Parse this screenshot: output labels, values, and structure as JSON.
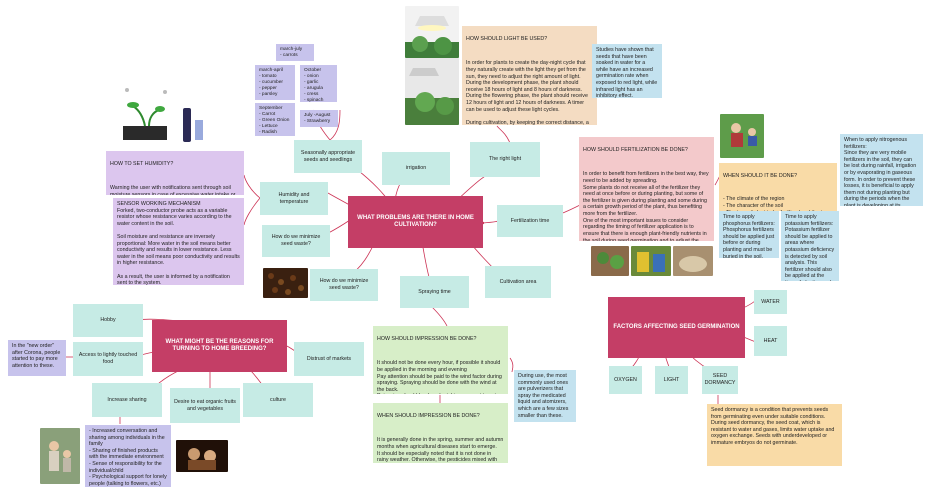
{
  "center": {
    "title": "WHAT PROBLEMS ARE THERE IN HOME CULTIVATION?"
  },
  "left_center": {
    "title": "WHAT MIGHT BE THE REASONS FOR TURNING TO HOME BREEDING?"
  },
  "right_center": {
    "title": "FACTORS AFFECTING SEED GERMINATION"
  },
  "nodes": {
    "irrigation": "irrigation",
    "right_light": "The right light",
    "fertilization_time": "Fertilization time",
    "cultivation_area": "Cultivation area",
    "spraying_time": "Spraying time",
    "minimize_waste_low": "How do we minimize seed waste?",
    "minimize_waste_mid": "How do we minimize seed waste?",
    "humidity_temp": "Humidity and temperature",
    "seasonal_seeds": "Seasonally appropriate seeds and seedlings",
    "hobby": "Hobby",
    "access_food": "Access to lightly touched food",
    "distrust": "Distrust of markets",
    "increase_sharing": "Increase sharing",
    "desire_fruits": "Desire to eat organic fruits and vegetables",
    "culture": "culture",
    "water": "WATER",
    "heat": "HEAT",
    "oxygen": "OXYGEN",
    "light": "LIGHT",
    "seed_dormancy": "SEED DORMANCY"
  },
  "seasons": {
    "march_july": "march-july\n- carrots",
    "march_april": "march-april\n- tomato\n- cucumber\n- pepper\n- parsley",
    "october": "October\n- onion\n- garlic\n- arugula\n- cress\n- spinach",
    "september": "September\n- Carrot\n- Green Onion\n- Lettuce\n- Radish",
    "july_august": "July -August\n- Strawberry"
  },
  "notes": {
    "humidity_heading": "HOW TO SET HUMIDITY?",
    "humidity_body": "Warning the user with notifications sent through soil moisture sensors in case of excessive water intake or drying of the soil",
    "sensor": "SENSOR WORKING MECHANISM\nForked, two-conductor probe acts as a variable resistor whose resistance varies according to the water content in the soil.\n\nSoil moisture and resistance are inversely proportional: More water in the soil means better conductivity and results in lower resistance. Less water in the soil means poor conductivity and results in higher resistance.\n\nAs a result, the user is informed by a notification sent to the system.",
    "light_heading": "HOW SHOULD LIGHT BE USED?",
    "light_body": "In order for plants to create the day-night cycle that they naturally create with the light they get from the sun, they need to adjust the right amount of light. During the development phase, the plant should receive 18 hours of light and 8 hours of darkness. During the flowering phase, the plant should receive 12 hours of light and 12 hours of darkness. A timer can be used to adjust these light cycles.\n\nDuring cultivation, by keeping the correct distance, a Metal Halide Lamp can be used in the development phase, a HPS Lamp in the flowering phase or a Dual Spectrum (SHP) Lamp for both phases.",
    "red_light": "Studies have shown that seeds that have been soaked in water for a while have an increased germination rate when exposed to red light, while infrared light has an inhibitory effect.",
    "fert_heading": "HOW SHOULD FERTILIZATION BE DONE?",
    "fert_body": "In order to benefit from fertilizers in the best way, they need to be added by spreading.\nSome plants do not receive all of the fertilizer they need at once before or during planting, but some of the fertilizer is given during planting and some during a certain growth period of the plant, thus benefiting more from the fertilizer.\nOne of the most important issues to consider regarding the timing of fertilizer application is to ensure that there is enough plant-friendly nutrients in the soil during seed germination and to adjust the fertilization time accordingly. Otherwise, we cannot obtain the expected benefit from the fertilizer we apply to the soil.",
    "when_heading": "WHEN SHOULD IT BE DONE?",
    "when_body": "- The climate of the region\n- The character of the soil\n- The type of plant to be fertilized and the type of fertilizer to be given should be used as a time adjustment.",
    "nitrogen": "When to apply nitrogenous fertilizers:\nSince they are very mobile fertilizers in the soil, they can be lost during rainfall, irrigation or by evaporating in gaseous form. In order to prevent these losses, it is beneficial to apply them not during planting but during the periods when the plant is developing at its fastest.",
    "phosphorus": "Time to apply phosphorus fertilizers:\nPhosphorus fertilizers should be applied just before or during planting and must be buried in the soil.",
    "potassium": "Time to apply potassium fertilizers:\nPotassium fertilizer should be applied to areas where potassium deficiency is detected by soil analysis. This fertilizer should also be applied at the time of planting and sowing, like phosphorus fertilizers.",
    "impression_how_heading": "HOW SHOULD IMPRESSION BE DONE?",
    "impression_how_body": "It should not be done every hour, if possible it should be applied in the morning and evening\nPay attention should be paid to the wind factor during spraying. Spraying should be done with the wind at the back.\nPoisoning should be done by taking care not to get into all the organs of the plant.",
    "impression_when_heading": "WHEN SHOULD IMPRESSION BE DONE?",
    "impression_when_body": "It is generally done in the spring, summer and autumn months when agricultural diseases start to emerge.\nIt should be especially noted that it is not done in rainy weather. Otherwise, the pesticides mixed with rainwater can cause extra damage to the soil because they are too toxic.",
    "pulverizers": "During use, the most commonly used ones are pulverizers that spray the medicated liquid and atomizers, which are a few sizes smaller than these.",
    "corona": "In the \"new order\" after Corona, people started to pay more attention to these.",
    "sharing_list": "- Increased conversation and sharing among individuals in the family\n- Sharing of finished products with the immediate environment\n- Sense of responsibility for the individual/child\n- Psychological support for lonely people (talking to flowers, etc.)",
    "dormancy": "Seed dormancy is a condition that prevents seeds from germinating even under suitable conditions. During seed dormancy, the seed coat, which is resistant to water and gases, limits water uptake and oxygen exchange. Seeds with underdeveloped or immature embryos do not germinate."
  },
  "colors": {
    "main_box": "#c43e66",
    "teal": "#c6ebe5",
    "purple": "#dcc6ee",
    "peach": "#f4dcc2",
    "pink": "#f3c9cb",
    "blue": "#c3e2ef",
    "green": "#d7eec8",
    "orange": "#f9dba7",
    "lavender": "#c7c3ec",
    "connector": "#cc3355"
  }
}
